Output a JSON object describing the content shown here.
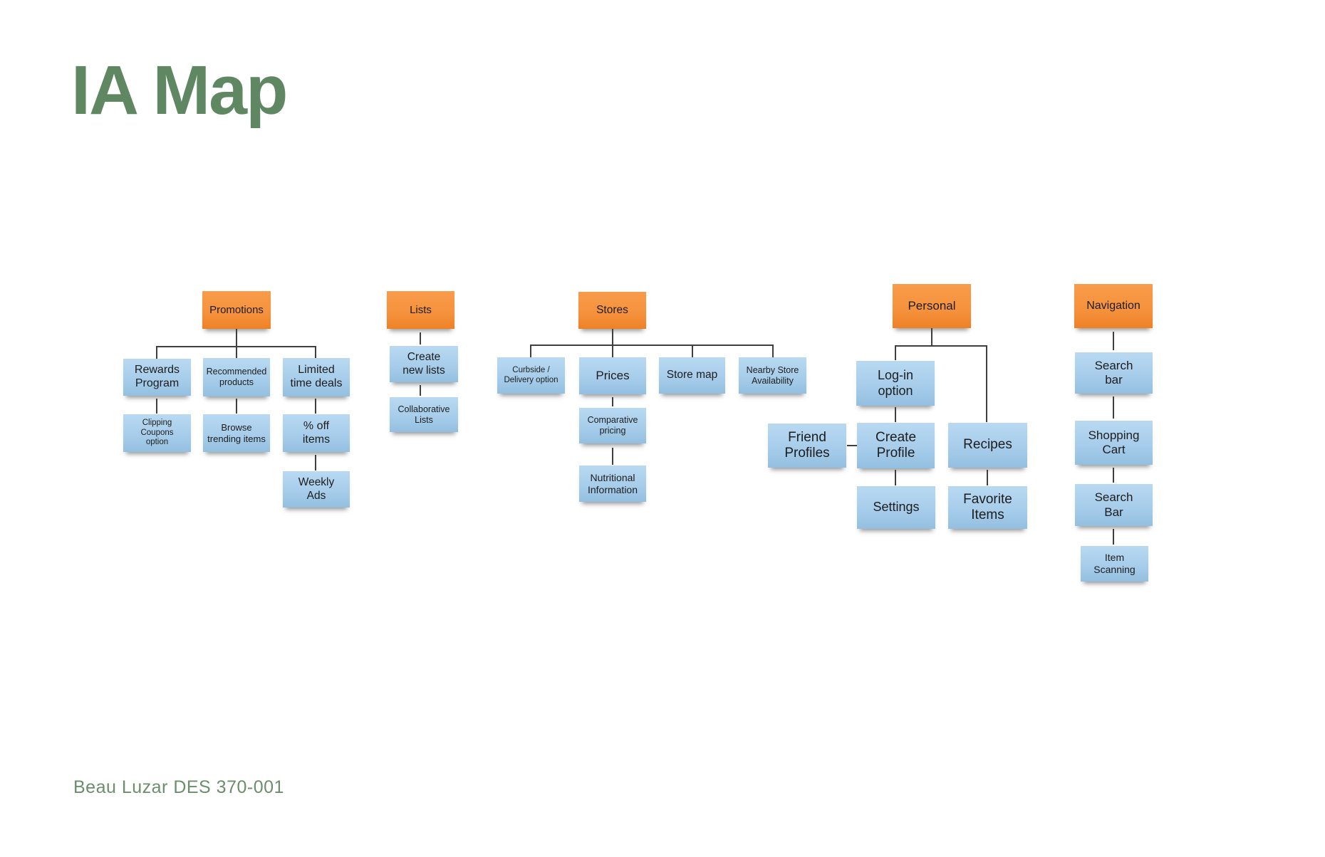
{
  "page": {
    "title": "IA Map",
    "credit": "Beau Luzar DES 370-001"
  },
  "colors": {
    "title_green": "#5E8762",
    "credit_green": "#6B8E6B",
    "root_note_orange": "#F5913C",
    "child_note_blue": "#A7CDEB",
    "connector": "#3F3F3F",
    "note_text": "#1D1D1D",
    "background": "#FFFFFF"
  },
  "diagram": {
    "trees": [
      {
        "name": "Promotions",
        "root": {
          "label": "Promotions"
        },
        "branches": [
          {
            "label": "Rewards\nProgram",
            "children": [
              {
                "label": "Clipping\nCoupons\noption"
              }
            ]
          },
          {
            "label": "Recommended\nproducts",
            "children": [
              {
                "label": "Browse\ntrending items"
              }
            ]
          },
          {
            "label": "Limited\ntime deals",
            "children": [
              {
                "label": "% off\nitems",
                "children": [
                  {
                    "label": "Weekly\nAds"
                  }
                ]
              }
            ]
          }
        ]
      },
      {
        "name": "Lists",
        "root": {
          "label": "Lists"
        },
        "branches": [
          {
            "label": "Create\nnew lists",
            "children": [
              {
                "label": "Collaborative\nLists"
              }
            ]
          }
        ]
      },
      {
        "name": "Stores",
        "root": {
          "label": "Stores"
        },
        "branches": [
          {
            "label": "Curbside /\nDelivery option"
          },
          {
            "label": "Prices",
            "children": [
              {
                "label": "Comparative\npricing",
                "children": [
                  {
                    "label": "Nutritional\nInformation"
                  }
                ]
              }
            ]
          },
          {
            "label": "Store map"
          },
          {
            "label": "Nearby Store\nAvailability"
          }
        ]
      },
      {
        "name": "Personal",
        "root": {
          "label": "Personal"
        },
        "branches": [
          {
            "label": "Log-in\noption",
            "children": [
              {
                "label": "Create\nProfile",
                "linked": [
                  {
                    "label": "Friend\nProfiles"
                  }
                ],
                "children": [
                  {
                    "label": "Settings"
                  }
                ]
              }
            ]
          },
          {
            "label": "Recipes",
            "children": [
              {
                "label": "Favorite\nItems"
              }
            ]
          }
        ]
      },
      {
        "name": "Navigation",
        "root": {
          "label": "Navigation"
        },
        "branches": [
          {
            "label": "Search\nbar",
            "children": [
              {
                "label": "Shopping\nCart",
                "children": [
                  {
                    "label": "Search\nBar",
                    "children": [
                      {
                        "label": "Item\nScanning"
                      }
                    ]
                  }
                ]
              }
            ]
          }
        ]
      }
    ]
  }
}
